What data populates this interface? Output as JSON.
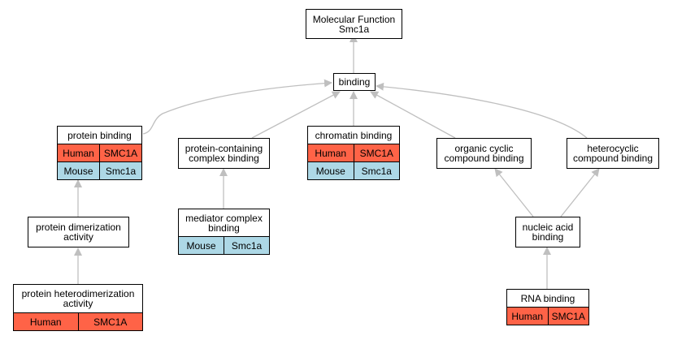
{
  "colors": {
    "human": "#ff6347",
    "mouse": "#add8e6",
    "edge": "#bfbfbf",
    "border": "#000000"
  },
  "nodes": {
    "root": {
      "title": "Molecular Function\nSmc1a"
    },
    "binding": {
      "title": "binding"
    },
    "protein": {
      "title": "protein binding",
      "rows": [
        [
          "Human",
          "SMC1A"
        ],
        [
          "Mouse",
          "Smc1a"
        ]
      ]
    },
    "complex": {
      "title": "protein-containing\ncomplex binding"
    },
    "chromatin": {
      "title": "chromatin binding",
      "rows": [
        [
          "Human",
          "SMC1A"
        ],
        [
          "Mouse",
          "Smc1a"
        ]
      ]
    },
    "organic": {
      "title": "organic cyclic\ncompound binding"
    },
    "hetero": {
      "title": "heterocyclic\ncompound binding"
    },
    "dimer": {
      "title": "protein dimerization\nactivity"
    },
    "mediator": {
      "title": "mediator complex\nbinding",
      "rows": [
        [
          "Mouse",
          "Smc1a"
        ]
      ]
    },
    "nucleic": {
      "title": "nucleic acid\nbinding"
    },
    "heterodimer": {
      "title": "protein heterodimerization\nactivity",
      "rows": [
        [
          "Human",
          "SMC1A"
        ]
      ]
    },
    "rna": {
      "title": "RNA binding",
      "rows": [
        [
          "Human",
          "SMC1A"
        ]
      ]
    }
  }
}
